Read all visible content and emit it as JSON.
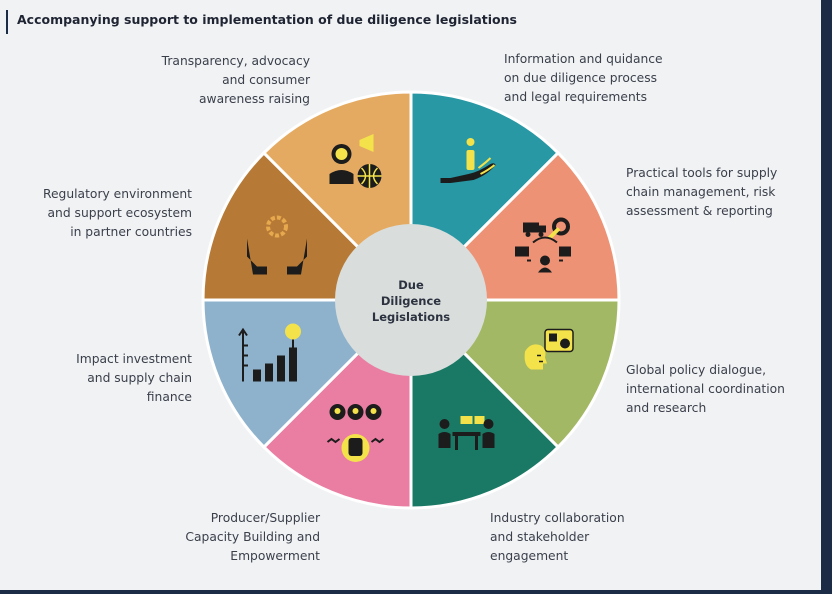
{
  "title": "Accompanying support to implementation of due diligence legislations",
  "center": {
    "line1": "Due",
    "line2": "Diligence",
    "line3": "Legislations"
  },
  "segments": [
    {
      "label": "Information and quidance\non due diligence process\nand legal requirements",
      "color": "#2798a4",
      "icon": "hand-info-icon"
    },
    {
      "label": "Practical tools for supply\nchain management, risk\nassessment & reporting",
      "color": "#ee9275",
      "icon": "supply-chain-tools-icon"
    },
    {
      "label": "Global policy dialogue,\ninternational coordination\nand research",
      "color": "#a3b864",
      "icon": "policy-dialogue-icon"
    },
    {
      "label": "Industry collaboration\nand stakeholder\nengagement",
      "color": "#1a7965",
      "icon": "collaboration-icon"
    },
    {
      "label": "Producer/Supplier\nCapacity Building and\nEmpowerment",
      "color": "#ea7ea2",
      "icon": "empowerment-icon"
    },
    {
      "label": "Impact investment\nand supply chain\nfinance",
      "color": "#8fb2cc",
      "icon": "investment-growth-icon"
    },
    {
      "label": "Regulatory environment\nand support ecosystem\nin partner countries",
      "color": "#b77a36",
      "icon": "hands-gear-icon"
    },
    {
      "label": "Transparency, advocacy\nand consumer\nawareness raising",
      "color": "#e5aa61",
      "icon": "advocacy-icon"
    }
  ]
}
